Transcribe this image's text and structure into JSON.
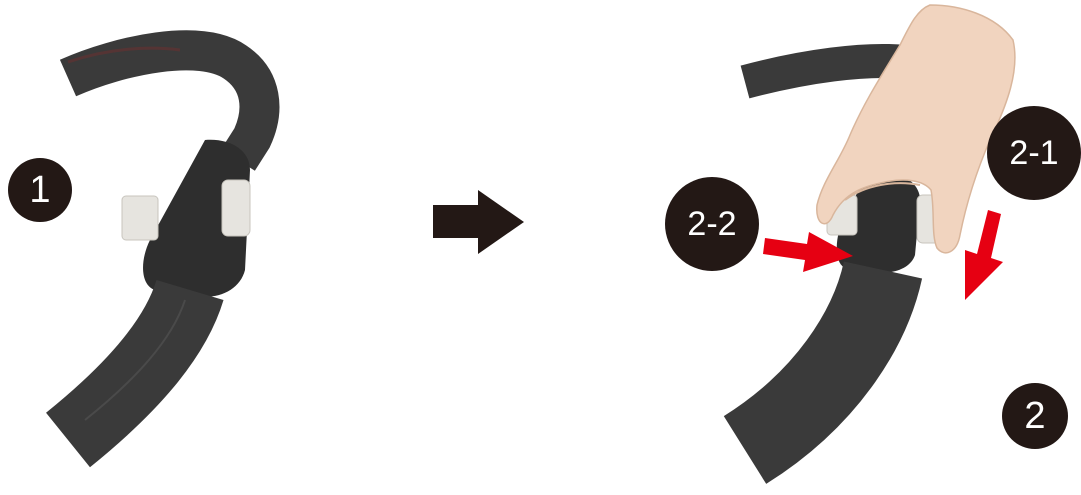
{
  "steps": {
    "step1": "1",
    "step2": "2",
    "step2_1": "2-1",
    "step2_2": "2-2"
  },
  "colors": {
    "badge": "#231815",
    "arrow_red": "#e60012",
    "handle_dark": "#3a3a3a",
    "button_light": "#e6e4df",
    "skin": "#f1d4bf"
  },
  "icons": {
    "next_arrow": "arrow-right-icon",
    "press_arrow": "red-arrow-icon"
  }
}
